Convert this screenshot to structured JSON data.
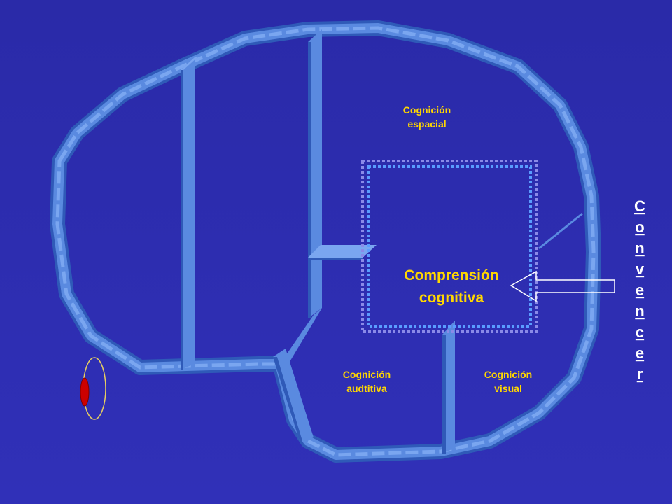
{
  "labels": {
    "spatial_line1": "Cognición",
    "spatial_line2": "espacial",
    "auditory_line1": "Cognición",
    "auditory_line2": "audtitiva",
    "visual_line1": "Cognición",
    "visual_line2": "visual",
    "center_line1": "Comprensión",
    "center_line2": "cognitiva"
  },
  "vertical_word": [
    "C",
    "o",
    "n",
    "v",
    "e",
    "n",
    "c",
    "e",
    "r"
  ],
  "colors": {
    "background": "#2e2eb4",
    "wall_face": "#5a8ae0",
    "wall_top": "#7aa6f0",
    "wall_shadow": "#2f5ab8",
    "label": "#ffd700",
    "vertical_word": "#ffffff",
    "dotted_outer": "#8a8ae8",
    "dotted_inner": "#5a9cff",
    "marker_fill": "#cc0000",
    "marker_ring": "#e8d060"
  },
  "icons": {
    "arrow": "hollow-left-arrow-icon",
    "marker": "red-oval-marker-icon"
  }
}
